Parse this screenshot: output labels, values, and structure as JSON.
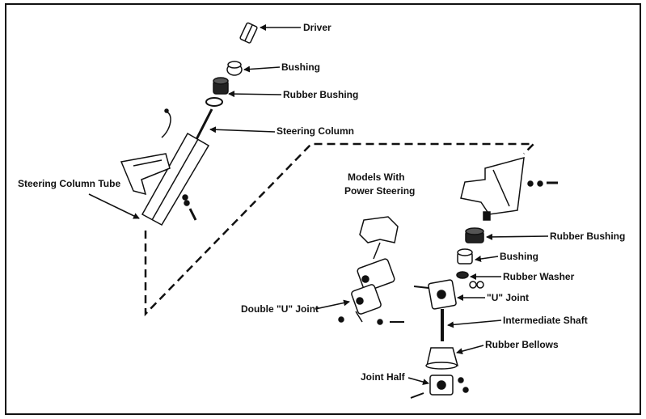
{
  "labels": {
    "driver": "Driver",
    "bushing_top": "Bushing",
    "rubber_bushing_top": "Rubber Bushing",
    "steering_column": "Steering Column",
    "steering_column_tube": "Steering Column Tube",
    "models_line1": "Models With",
    "models_line2": "Power Steering",
    "rubber_bushing_right": "Rubber Bushing",
    "bushing_right": "Bushing",
    "rubber_washer": "Rubber Washer",
    "double_u_joint": "Double \"U\" Joint",
    "u_joint": "\"U\" Joint",
    "intermediate_shaft": "Intermediate Shaft",
    "rubber_bellows": "Rubber Bellows",
    "joint_half": "Joint Half"
  }
}
